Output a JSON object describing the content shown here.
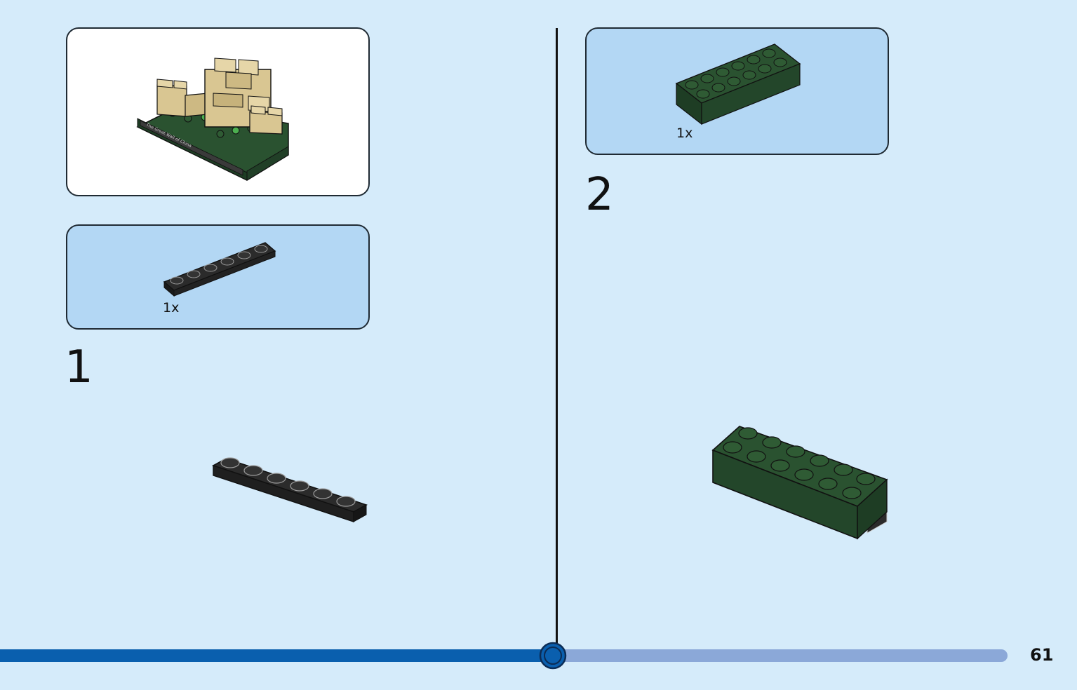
{
  "left_page": {
    "preview_panel": {
      "model_plaque_text": "The Great Wall of China"
    },
    "parts_panel": {
      "quantity": "1x"
    },
    "step_number": "1"
  },
  "right_page": {
    "parts_panel": {
      "quantity": "1x"
    },
    "step_number": "2"
  },
  "footer": {
    "page_number": "61",
    "progress_percent": 51
  },
  "colors": {
    "background": "#d5ebfa",
    "panel_blue": "#b3d7f4",
    "progress_done": "#0a5fae",
    "progress_remaining": "#8ba8d8",
    "brick_dark_green": "#2a5230",
    "plate_black": "#2b2b2b",
    "tan": "#d9c692"
  }
}
